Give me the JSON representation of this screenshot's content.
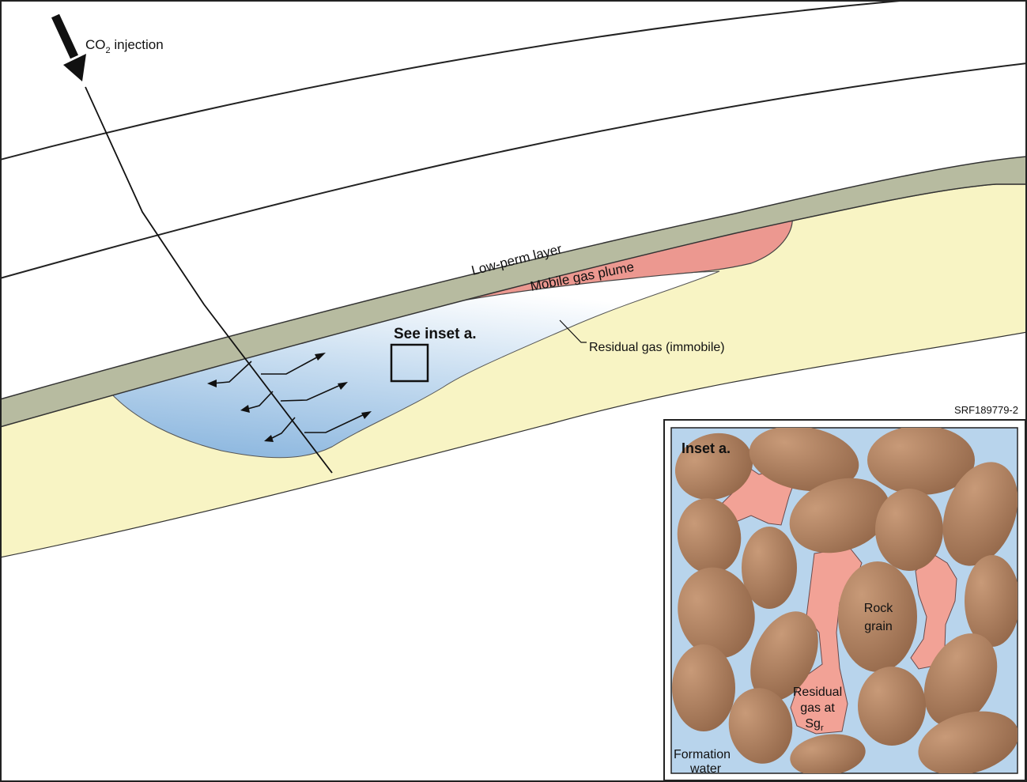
{
  "labels": {
    "injection_prefix": "CO",
    "injection_sub": "2",
    "injection_suffix": " injection",
    "low_perm": "Low-perm layer",
    "mobile_plume": "Mobile gas plume",
    "see_inset": "See inset a.",
    "residual_gas": "Residual gas (immobile)",
    "figure_id": "SRF189779-2"
  },
  "inset": {
    "title": "Inset a.",
    "rock_grain_line1": "Rock",
    "rock_grain_line2": "grain",
    "residual_line1": "Residual",
    "residual_line2": "gas at",
    "residual_line3_base": "Sg",
    "residual_line3_sub": "r",
    "formation_line1": "Formation",
    "formation_line2": "water"
  },
  "colors": {
    "low_perm_layer": "#b7bba0",
    "reservoir_sand": "#f8f4c4",
    "mobile_plume": "#ec9890",
    "residual_gas_blue": "#9fc2e3",
    "formation_water": "#b8d4ec",
    "rock_grain": "#ae7f5c",
    "residual_gas_inset": "#f2a296"
  },
  "icons": {
    "injection_arrow": "down-right-arrow-icon",
    "flow_arrows": "right-arrow-icon"
  }
}
